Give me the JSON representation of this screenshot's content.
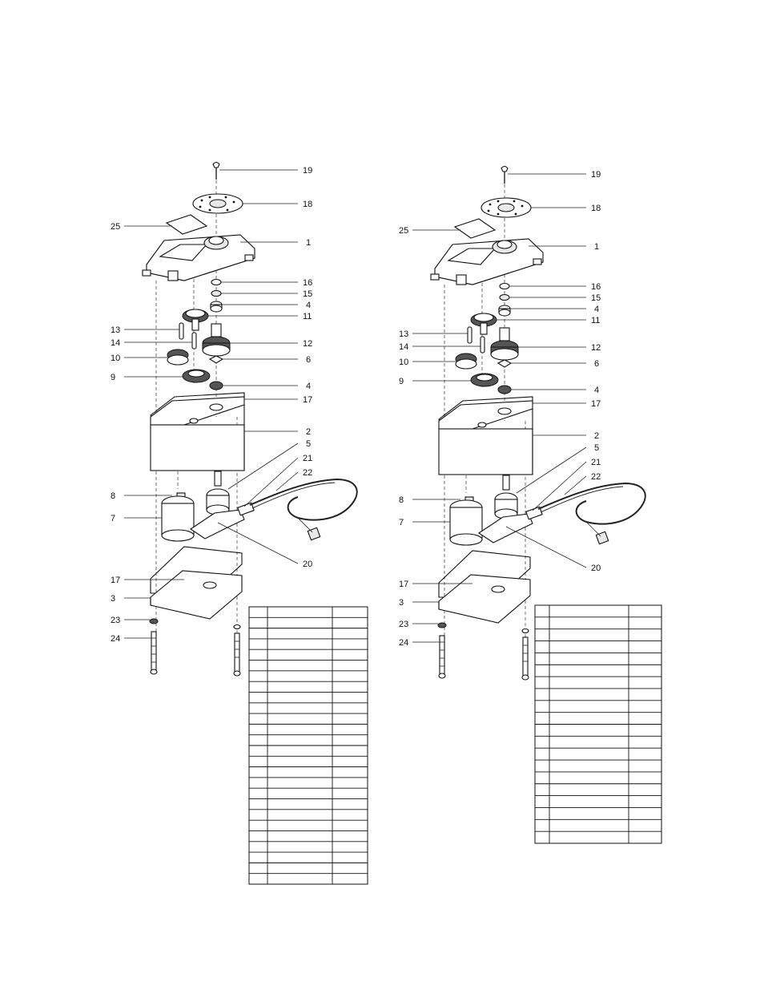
{
  "diagrams": [
    {
      "id": "left",
      "callouts": [
        "19",
        "18",
        "25",
        "1",
        "16",
        "15",
        "4",
        "11",
        "13",
        "12",
        "14",
        "10",
        "6",
        "9",
        "4",
        "17",
        "2",
        "5",
        "21",
        "22",
        "8",
        "7",
        "20",
        "17",
        "3",
        "23",
        "24"
      ]
    },
    {
      "id": "right",
      "callouts": [
        "19",
        "18",
        "25",
        "1",
        "16",
        "15",
        "4",
        "11",
        "13",
        "12",
        "14",
        "10",
        "6",
        "9",
        "4",
        "17",
        "2",
        "5",
        "21",
        "22",
        "8",
        "7",
        "20",
        "17",
        "3",
        "23",
        "24"
      ]
    }
  ],
  "parts_tables": [
    {
      "id": "left-table",
      "rows": 26,
      "columns": 3,
      "cells_text": "illegible"
    },
    {
      "id": "right-table",
      "rows": 20,
      "columns": 3,
      "cells_text": "illegible"
    }
  ]
}
